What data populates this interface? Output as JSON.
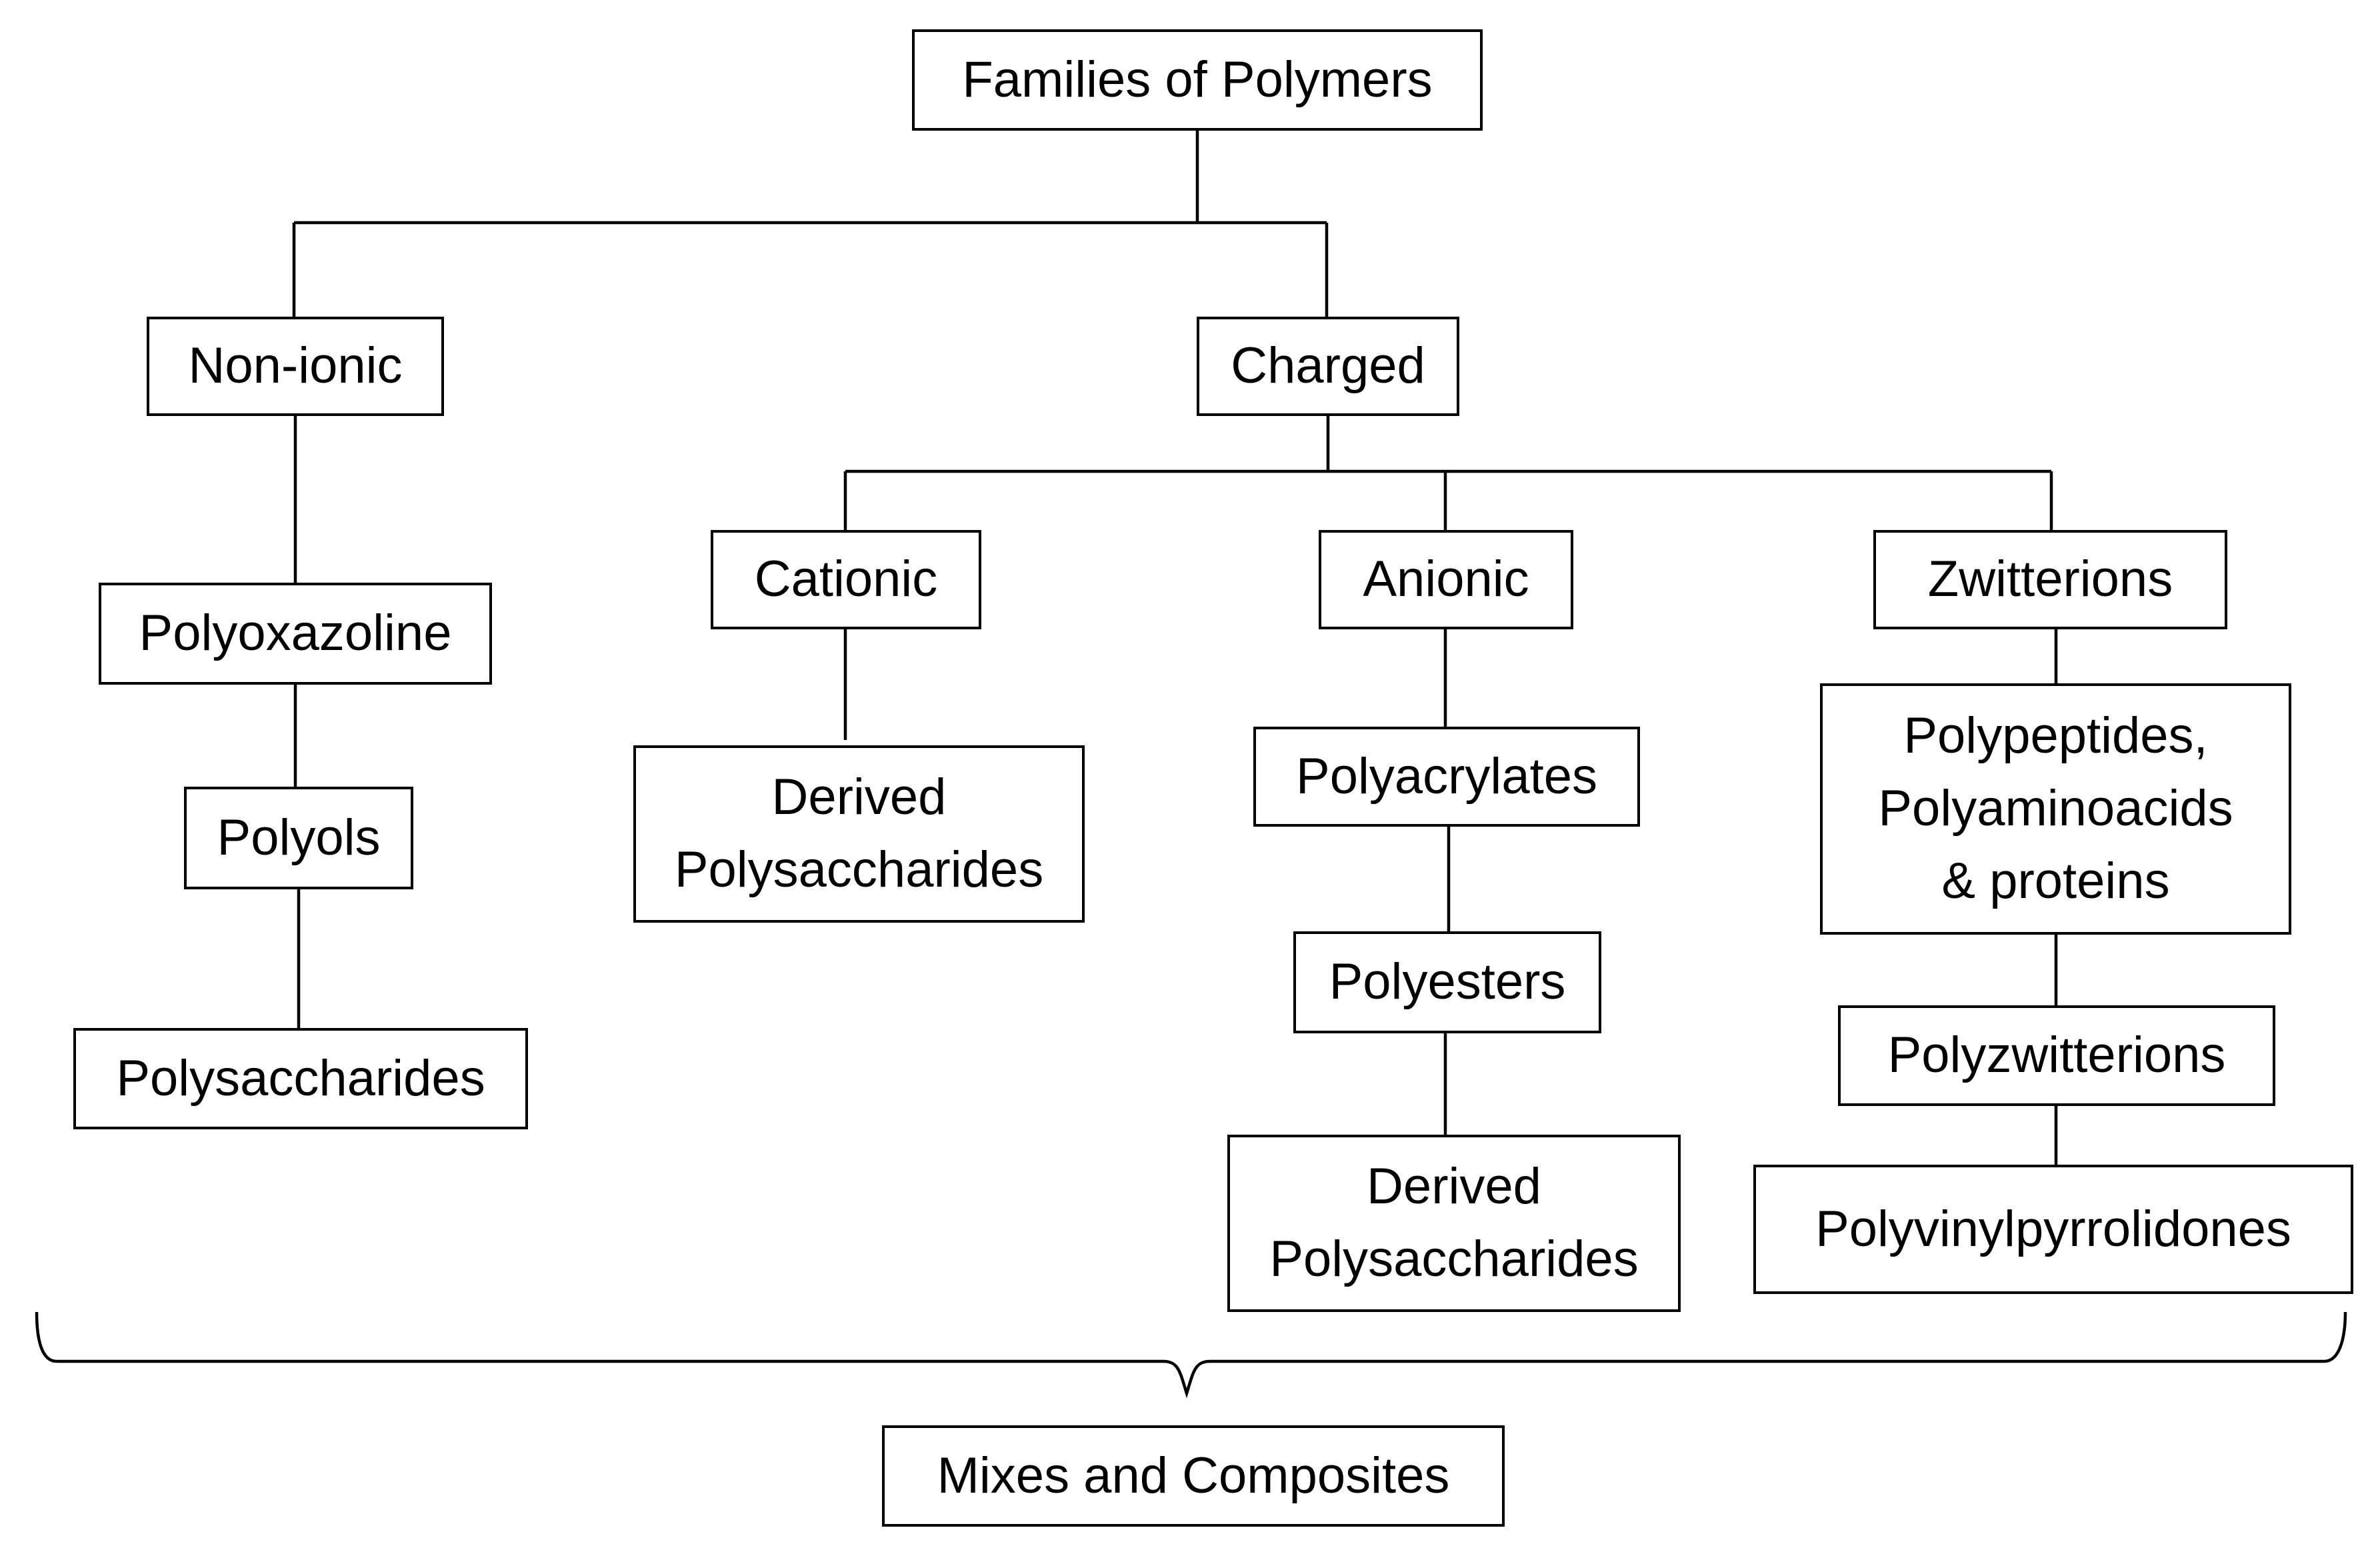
{
  "diagram": {
    "root": "Families of Polymers",
    "nonionic": {
      "label": "Non-ionic",
      "items": [
        "Polyoxazoline",
        "Polyols",
        "Polysaccharides"
      ]
    },
    "charged": {
      "label": "Charged",
      "cationic": {
        "label": "Cationic",
        "items": [
          "Derived\nPolysaccharides"
        ]
      },
      "anionic": {
        "label": "Anionic",
        "items": [
          "Polyacrylates",
          "Polyesters",
          "Derived\nPolysaccharides"
        ]
      },
      "zwitterions": {
        "label": "Zwitterions",
        "items": [
          "Polypeptides,\nPolyaminoacids\n& proteins",
          "Polyzwitterions",
          "Polyvinylpyrrolidones"
        ]
      }
    },
    "footer": "Mixes and Composites"
  }
}
